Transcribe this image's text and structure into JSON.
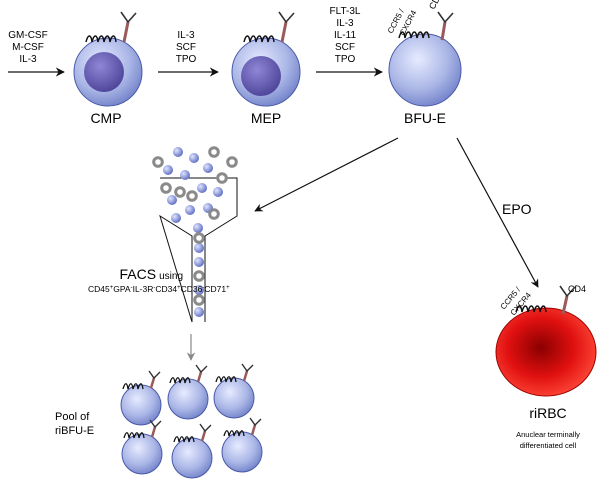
{
  "inputs": {
    "cmp": [
      "GM-CSF",
      "M-CSF",
      "IL-3"
    ],
    "mep": [
      "IL-3",
      "SCF",
      "TPO"
    ],
    "bfue": [
      "FLT-3L",
      "IL-3",
      "IL-11",
      "SCF",
      "TPO"
    ]
  },
  "cells": {
    "cmp": "CMP",
    "mep": "MEP",
    "bfue": "BFU-E",
    "ririrbc": "riRBC"
  },
  "receptors": {
    "ccr5": "CCR5 /",
    "cxcr4": "CXCR4",
    "cd4": "CD4"
  },
  "facs": {
    "title": "FACS",
    "using": "using",
    "marker_parts": [
      [
        "CD45",
        "+"
      ],
      [
        "GPA",
        "-"
      ],
      [
        "IL-3R",
        "-"
      ],
      [
        "CD34",
        "+"
      ],
      [
        "CD36",
        "-"
      ],
      [
        "CD71",
        "+"
      ]
    ]
  },
  "pool": {
    "line1": "Pool of",
    "line2": "riBFU-E"
  },
  "epo": "EPO",
  "rbc_caption": {
    "line1": "Anuclear terminally",
    "line2": "differentiated cell"
  },
  "colors": {
    "cell_fill": "#aab6e6",
    "cell_edge": "#4a5aa8",
    "nucleus": "#6a62b8",
    "nucleus_dark": "#4c4398",
    "gray_ring": "#8a8a8a",
    "rbc": "#e01010",
    "receptor": "#9a5a5a"
  }
}
